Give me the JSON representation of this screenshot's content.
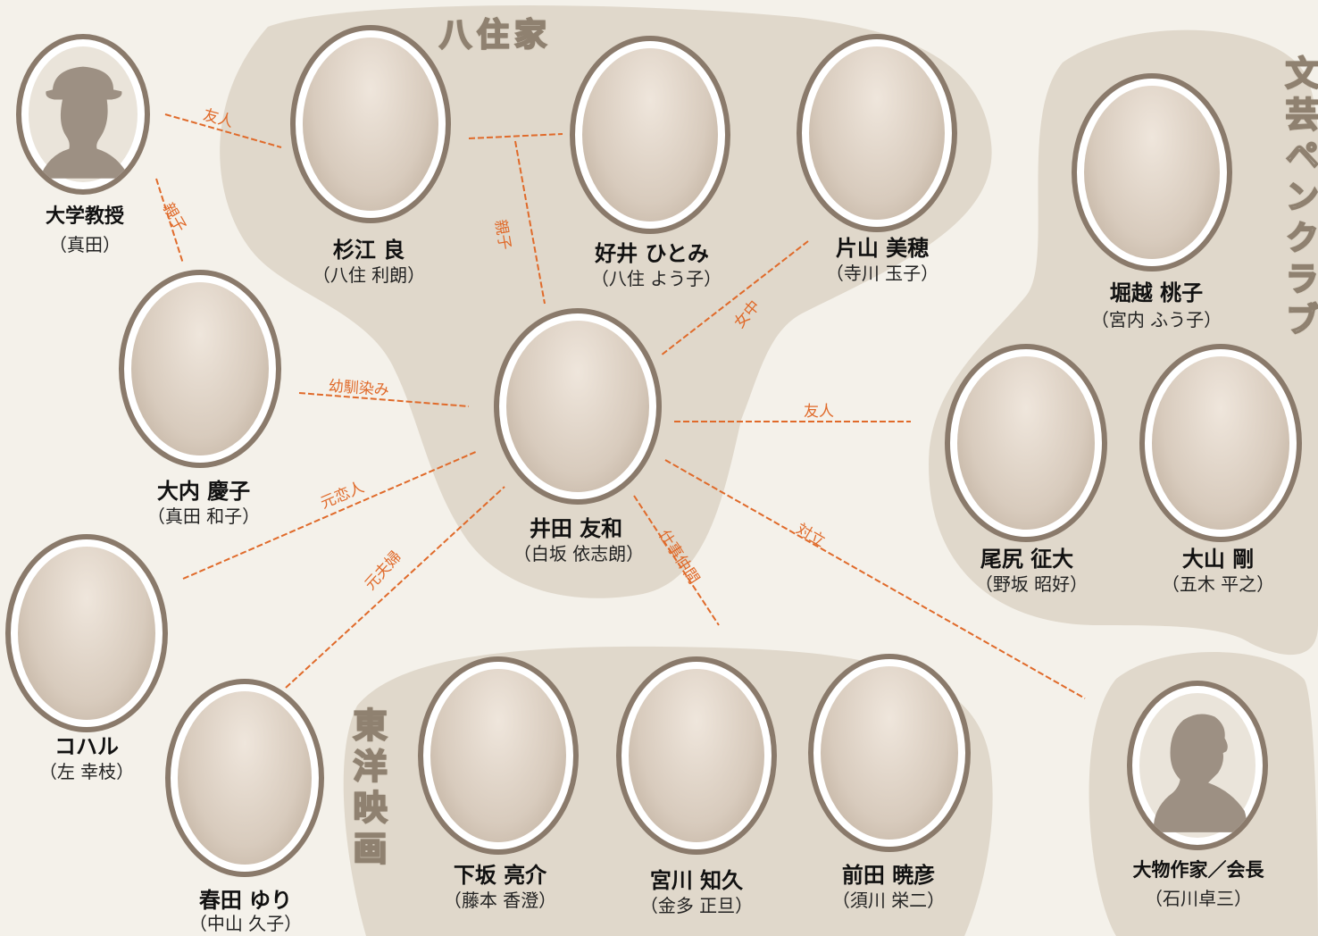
{
  "groups": {
    "yazumi": "八住家",
    "bungei": "文芸ペンクラブ",
    "toyo": "東洋映画"
  },
  "colors": {
    "background": "#f4f1ea",
    "blob": "#e0d8cb",
    "frame": "#8a7a6b",
    "relation": "#e06a2a"
  },
  "people": {
    "professor": {
      "name": "大学教授",
      "role": "（真田）"
    },
    "sugie": {
      "name": "杉江 良",
      "role": "（八住 利朗）"
    },
    "yoshii": {
      "name": "好井 ひとみ",
      "role": "（八住 よう子）"
    },
    "katayama": {
      "name": "片山 美穂",
      "role": "（寺川 玉子）"
    },
    "horikoshi": {
      "name": "堀越 桃子",
      "role": "（宮内 ふう子）"
    },
    "ouchi": {
      "name": "大内 慶子",
      "role": "（真田 和子）"
    },
    "ida": {
      "name": "井田 友和",
      "role": "（白坂 依志朗）"
    },
    "ojiri": {
      "name": "尾尻 征大",
      "role": "（野坂 昭好）"
    },
    "oyama": {
      "name": "大山 剛",
      "role": "（五木 平之）"
    },
    "koharu": {
      "name": "コハル",
      "role": "（左 幸枝）"
    },
    "haruta": {
      "name": "春田 ゆり",
      "role": "（中山 久子）"
    },
    "shimosaka": {
      "name": "下坂 亮介",
      "role": "（藤本 香澄）"
    },
    "miyakawa": {
      "name": "宮川 知久",
      "role": "（金多 正旦）"
    },
    "maeda": {
      "name": "前田 暁彦",
      "role": "（須川 栄二）"
    },
    "author": {
      "name": "大物作家／会長",
      "role": "（石川卓三）"
    }
  },
  "relations": {
    "friend1": "友人",
    "parent1": "親子",
    "parent2": "親子",
    "maid": "女中",
    "childhood": "幼馴染み",
    "friend2": "友人",
    "ex_lover": "元恋人",
    "ex_spouse": "元夫婦",
    "coworker": "仕事仲間",
    "rival": "対立"
  },
  "icons": {
    "professor": "man-with-hat-silhouette-icon",
    "author": "man-profile-silhouette-icon"
  }
}
